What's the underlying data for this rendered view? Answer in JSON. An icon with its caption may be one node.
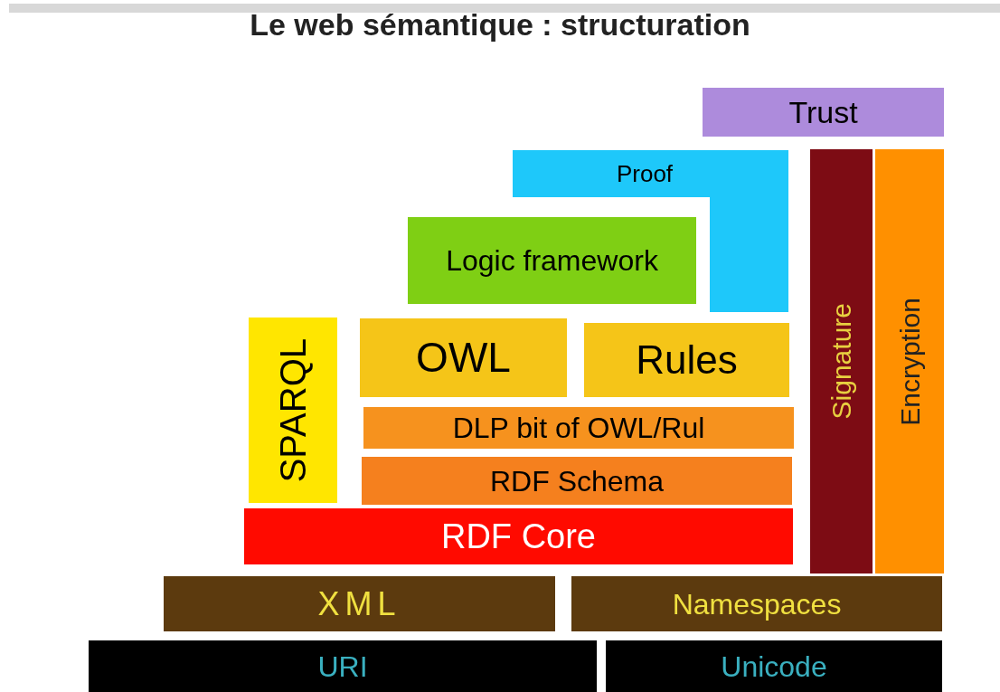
{
  "diagram": {
    "title": "Le web sémantique :  structuration",
    "nodes": [
      {
        "text": [
          "Trust"
        ]
      },
      {
        "text": [
          "Proof"
        ]
      },
      {
        "text": [
          "Logic framework"
        ]
      },
      {
        "text": [
          "SPARQL"
        ]
      },
      {
        "text": [
          "OWL"
        ]
      },
      {
        "text": [
          "Rules"
        ]
      },
      {
        "text": [
          "DLP bit of OWL/Rul"
        ]
      },
      {
        "text": [
          "RDF Schema"
        ]
      },
      {
        "text": [
          "RDF Core"
        ]
      },
      {
        "text": [
          "Signature"
        ]
      },
      {
        "text": [
          "Encryption"
        ]
      },
      {
        "text": [
          "XML"
        ]
      },
      {
        "text": [
          "Namespaces"
        ]
      },
      {
        "text": [
          "URI"
        ]
      },
      {
        "text": [
          "Unicode"
        ]
      }
    ]
  }
}
